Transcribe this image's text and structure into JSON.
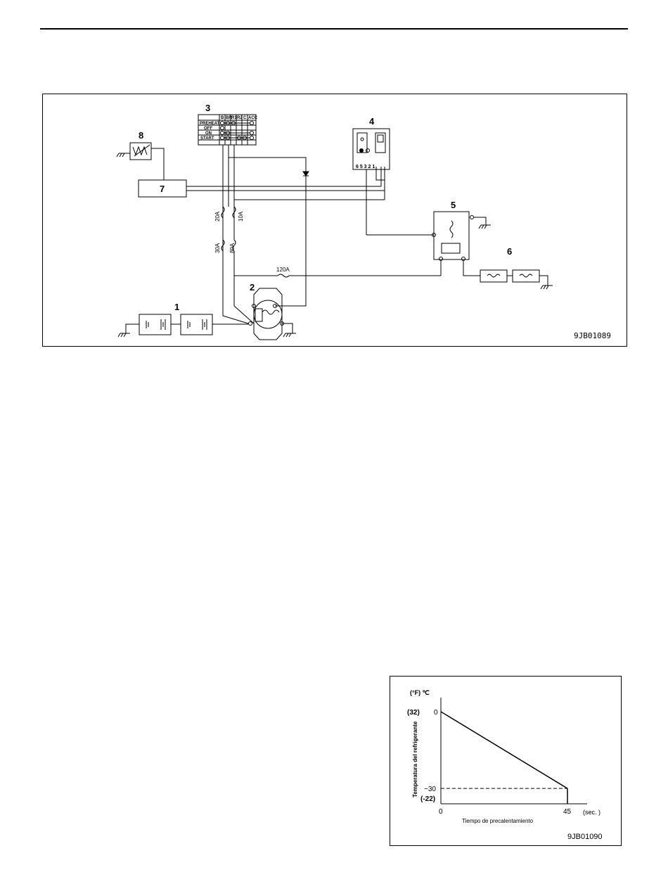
{
  "diagram": {
    "component_labels": [
      "1",
      "2",
      "3",
      "4",
      "5",
      "6",
      "7",
      "8"
    ],
    "switch_table": {
      "headers": [
        "B",
        "BR",
        "R1",
        "R2",
        "C",
        "ACC"
      ],
      "rows": [
        "PREHEAT",
        "OFF",
        "ON",
        "START"
      ]
    },
    "relay_terminals": "6 5 3 2 1",
    "fuses": [
      "20A",
      "10A",
      "30A",
      "80A",
      "120A"
    ],
    "figure_id": "9JB01089"
  },
  "chart_data": {
    "type": "line",
    "title": "",
    "xlabel": "Tiempo de precalentamiento",
    "ylabel": "Temperatura del refrigerante",
    "x_unit": "(sec. )",
    "y_unit": "(°F) ℃",
    "x_ticks": [
      "0",
      "45"
    ],
    "y_ticks": [
      {
        "celsius": "0",
        "fahrenheit": "(32)"
      },
      {
        "celsius": "−30",
        "fahrenheit": "(-22)"
      }
    ],
    "xlim": [
      0,
      52
    ],
    "ylim": [
      -36,
      0
    ],
    "series": [
      {
        "values": [
          {
            "x": 0,
            "y": 0
          },
          {
            "x": 45,
            "y": -30
          }
        ]
      }
    ],
    "reference_line": {
      "y": -30,
      "style": "dashed"
    },
    "grid": false,
    "figure_id": "9JB01090"
  }
}
